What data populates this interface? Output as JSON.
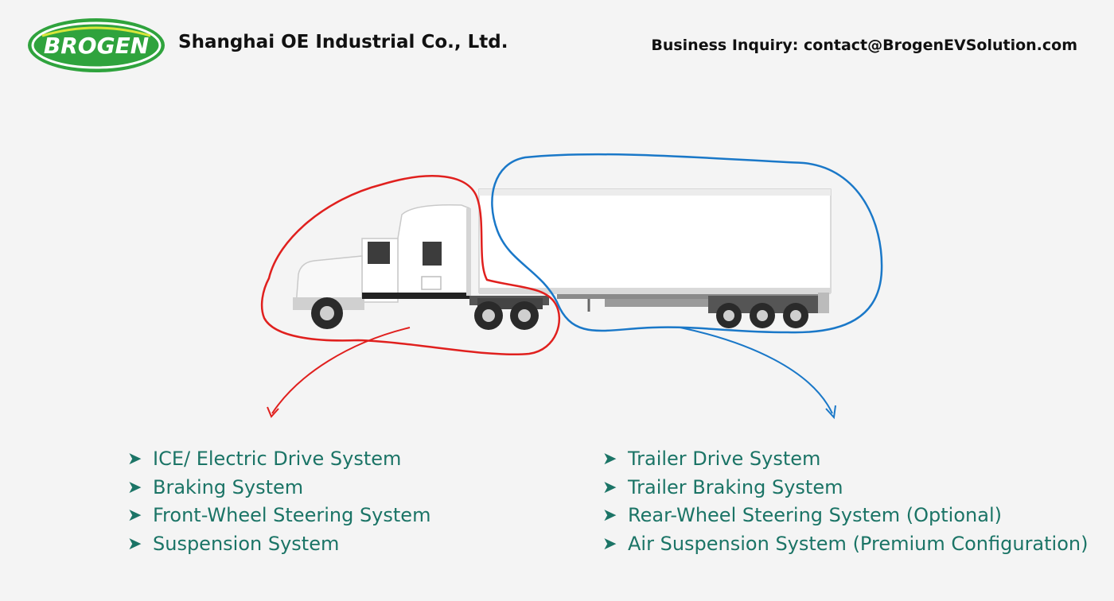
{
  "header": {
    "logo_text": "BROGEN",
    "company": "Shanghai OE Industrial Co., Ltd.",
    "inquiry": "Business Inquiry: contact@BrogenEVSolution.com"
  },
  "colors": {
    "accent_green": "#1b7466",
    "logo_green": "#2fa33d",
    "tractor_outline": "#e0201e",
    "trailer_outline": "#1a78c8"
  },
  "tractor_systems": {
    "bullet_icon": "arrow-right-icon",
    "items": [
      "ICE/ Electric Drive System",
      "Braking System",
      "Front-Wheel Steering System",
      "Suspension System"
    ]
  },
  "trailer_systems": {
    "bullet_icon": "arrow-right-icon",
    "items": [
      "Trailer Drive System",
      "Trailer Braking System",
      "Rear-Wheel Steering System (Optional)",
      "Air Suspension System (Premium Configuration)"
    ]
  }
}
